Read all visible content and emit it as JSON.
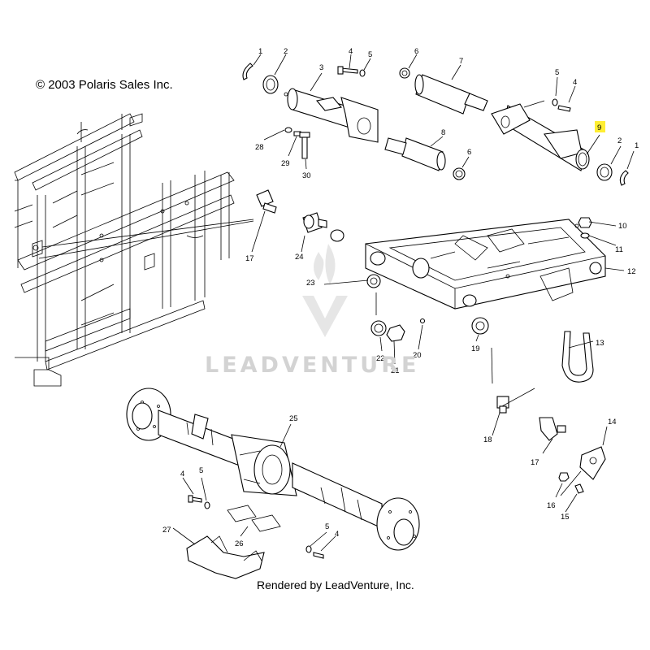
{
  "copyright": "© 2003 Polaris Sales Inc.",
  "footer": "Rendered by LeadVenture, Inc.",
  "watermark": "LEADVENTURE",
  "highlight_color": "#ffee33",
  "callouts": {
    "c1a": "1",
    "c2a": "2",
    "c3": "3",
    "c4a": "4",
    "c5a": "5",
    "c6a": "6",
    "c7": "7",
    "c4b": "4",
    "c5b": "5",
    "c9": "9",
    "c2b": "2",
    "c1b": "1",
    "c28": "28",
    "c29": "29",
    "c30": "30",
    "c8": "8",
    "c6b": "6",
    "c10": "10",
    "c11": "11",
    "c12": "12",
    "c17a": "17",
    "c24": "24",
    "c23": "23",
    "c13": "13",
    "c22": "22",
    "c21": "21",
    "c20": "20",
    "c19": "19",
    "c18": "18",
    "c17b": "17",
    "c14": "14",
    "c16": "16",
    "c15": "15",
    "c25": "25",
    "c4c": "4",
    "c5c": "5",
    "c27": "27",
    "c26": "26",
    "c5d": "5",
    "c4d": "4"
  }
}
